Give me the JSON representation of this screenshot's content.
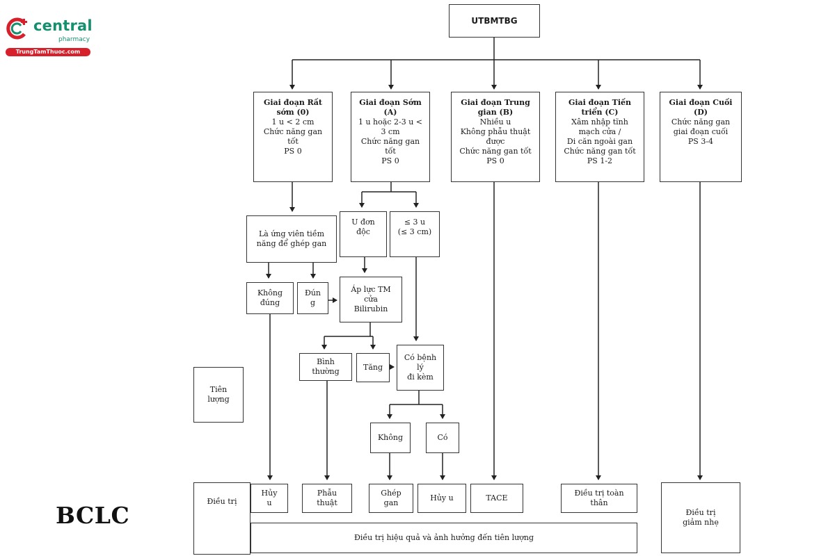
{
  "logo": {
    "brand": "central",
    "sub": "pharmacy",
    "site": "TrungTamThuoc.com"
  },
  "caption": "BCLC",
  "root": "UTBMTBG",
  "stages": [
    {
      "title": "Giai đoạn Rất\nsớm (0)",
      "body": "1 u < 2 cm\nChức năng gan\ntốt\nPS 0"
    },
    {
      "title": "Giai đoạn Sớm\n(A)",
      "body": "1 u hoặc 2-3 u <\n3 cm\nChức năng gan\ntốt\nPS 0"
    },
    {
      "title": "Giai đoạn Trung\ngian (B)",
      "body": "Nhiều u\nKhông phẫu thuật\nđược\nChức năng gan tốt\nPS 0"
    },
    {
      "title": "Giai đoạn Tiến\ntriển (C)",
      "body": "Xâm nhập tĩnh\nmạch cửa /\nDi căn ngoài gan\nChức năng gan tốt\nPS 1-2"
    },
    {
      "title": "Giai đoạn Cuối\n(D)",
      "body": "Chức năng gan\ngiai đoạn cuối\nPS 3-4"
    }
  ],
  "nodes": {
    "candidate": "Là ứng viên tiềm\nnăng để ghép gan",
    "no_candidate": "Không\nđúng",
    "yes_candidate": "Đún\ng",
    "single": "U đơn\nđộc",
    "multi": "≤ 3 u\n(≤ 3 cm)",
    "portal": "Áp lực TM\ncửa\nBilirubin",
    "normal": "Bình\nthường",
    "increased": "Tăng",
    "comorbid": "Có bệnh\nlý\nđi kèm",
    "no": "Không",
    "yes": "Có"
  },
  "rows": {
    "prognosis": "Tiên\nlượng",
    "treatment": "Điều trị"
  },
  "treatments": {
    "ablation1": "Hủy\nu",
    "surgery": "Phẫu\nthuật",
    "transplant": "Ghép\ngan",
    "ablation2": "Hủy u",
    "tace": "TACE",
    "systemic": "Điều trị toàn\nthân",
    "palliative": "Điều trị\ngiảm nhẹ"
  },
  "footer": "Điều trị hiệu quả và ảnh hưởng đến tiên lượng"
}
